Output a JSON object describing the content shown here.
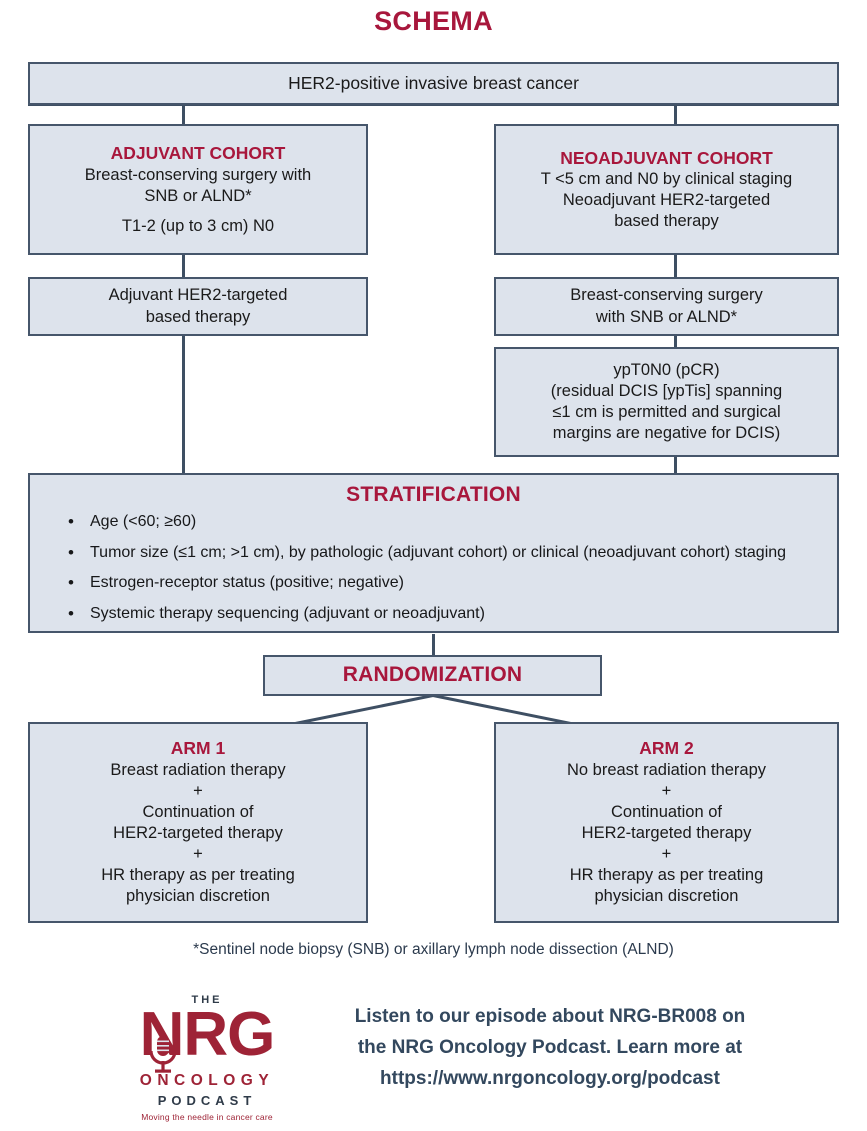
{
  "title": "SCHEMA",
  "colors": {
    "accent_red": "#a8173c",
    "box_fill": "#dde3ec",
    "box_border": "#46566b",
    "connector": "#3e4f63",
    "footer_text": "#33485e",
    "logo_red": "#9e2336"
  },
  "top_box": {
    "text": "HER2-positive invasive breast cancer"
  },
  "adjuvant_cohort": {
    "heading": "ADJUVANT COHORT",
    "line1": "Breast-conserving surgery with",
    "line2": "SNB or ALND*",
    "line3": "T1-2 (up to 3 cm) N0"
  },
  "neoadjuvant_cohort": {
    "heading": "NEOADJUVANT COHORT",
    "line1": "T <5 cm and N0 by clinical staging",
    "line2": "Neoadjuvant HER2-targeted",
    "line3": "based therapy"
  },
  "adjuvant_therapy": {
    "line1": "Adjuvant HER2-targeted",
    "line2": "based therapy"
  },
  "neoadjuvant_surgery": {
    "line1": "Breast-conserving surgery",
    "line2": "with SNB or ALND*"
  },
  "pcr_box": {
    "line1": "ypT0N0 (pCR)",
    "line2": "(residual DCIS [ypTis] spanning",
    "line3": "≤1 cm is permitted and surgical",
    "line4": "margins are negative for DCIS)"
  },
  "stratification": {
    "title": "STRATIFICATION",
    "items": [
      "Age (<60; ≥60)",
      "Tumor size (≤1 cm; >1 cm), by pathologic (adjuvant cohort) or clinical (neoadjuvant cohort) staging",
      "Estrogen-receptor status (positive; negative)",
      "Systemic therapy sequencing (adjuvant or neoadjuvant)"
    ]
  },
  "randomization": {
    "label": "RANDOMIZATION"
  },
  "arm1": {
    "heading": "ARM 1",
    "line1": "Breast radiation therapy",
    "plus1": "+",
    "line2": "Continuation of",
    "line3": "HER2-targeted therapy",
    "plus2": "+",
    "line4": "HR therapy as per treating",
    "line5": "physician discretion"
  },
  "arm2": {
    "heading": "ARM 2",
    "line1": "No breast radiation therapy",
    "plus1": "+",
    "line2": "Continuation of",
    "line3": "HER2-targeted therapy",
    "plus2": "+",
    "line4": "HR therapy as per treating",
    "line5": "physician discretion"
  },
  "footnote": "*Sentinel node biopsy (SNB) or axillary lymph node dissection (ALND)",
  "promo": {
    "line1": "Listen to our episode about NRG-BR008 on",
    "line2": "the NRG Oncology Podcast. Learn more at",
    "line3": "https://www.nrgoncology.org/podcast"
  },
  "logo": {
    "the": "THE",
    "nrg": "NRG",
    "oncology": "ONCOLOGY",
    "podcast": "PODCAST",
    "tagline": "Moving the needle in cancer care"
  }
}
